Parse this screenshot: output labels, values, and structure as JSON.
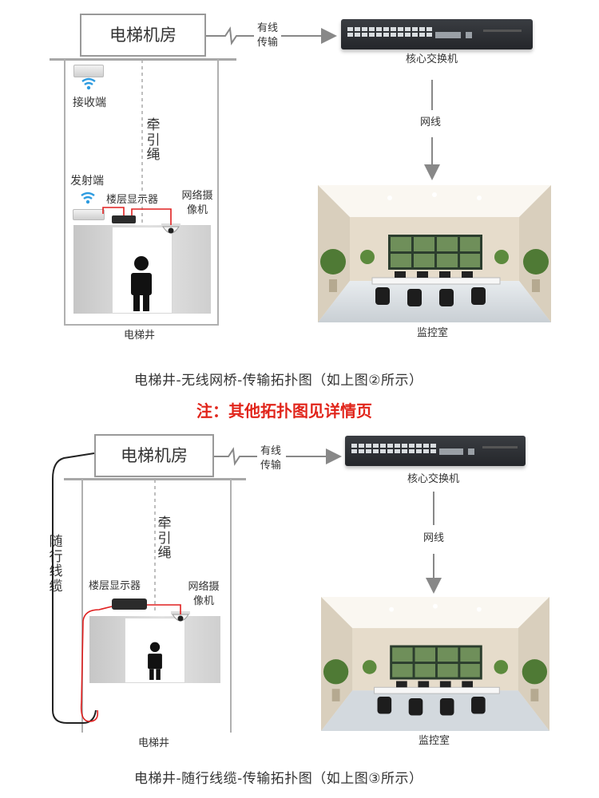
{
  "top_diagram": {
    "machine_room": "电梯机房",
    "wired_transmission": "有线传输",
    "core_switch": "核心交换机",
    "network_cable": "网线",
    "receiver": "接收端",
    "transmitter": "发射端",
    "traction_rope": "牵引绳",
    "floor_display": "楼层显示器",
    "network_camera": "网络摄像机",
    "elevator_shaft": "电梯井",
    "monitoring_room": "监控室",
    "caption": "电梯井-无线网桥-传输拓扑图（如上图②所示）"
  },
  "note": "注：其他拓扑图见详情页",
  "bottom_diagram": {
    "machine_room": "电梯机房",
    "wired_transmission": "有线传输",
    "core_switch": "核心交换机",
    "network_cable": "网线",
    "traveling_cable": "随行线缆",
    "traction_rope": "牵引绳",
    "floor_display": "楼层显示器",
    "network_camera": "网络摄像机",
    "elevator_shaft": "电梯井",
    "monitoring_room": "监控室",
    "caption": "电梯井-随行线缆-传输拓扑图（如上图③所示）"
  },
  "colors": {
    "note": "#e1251b",
    "cable": "#e02020",
    "arrow": "#888888"
  }
}
